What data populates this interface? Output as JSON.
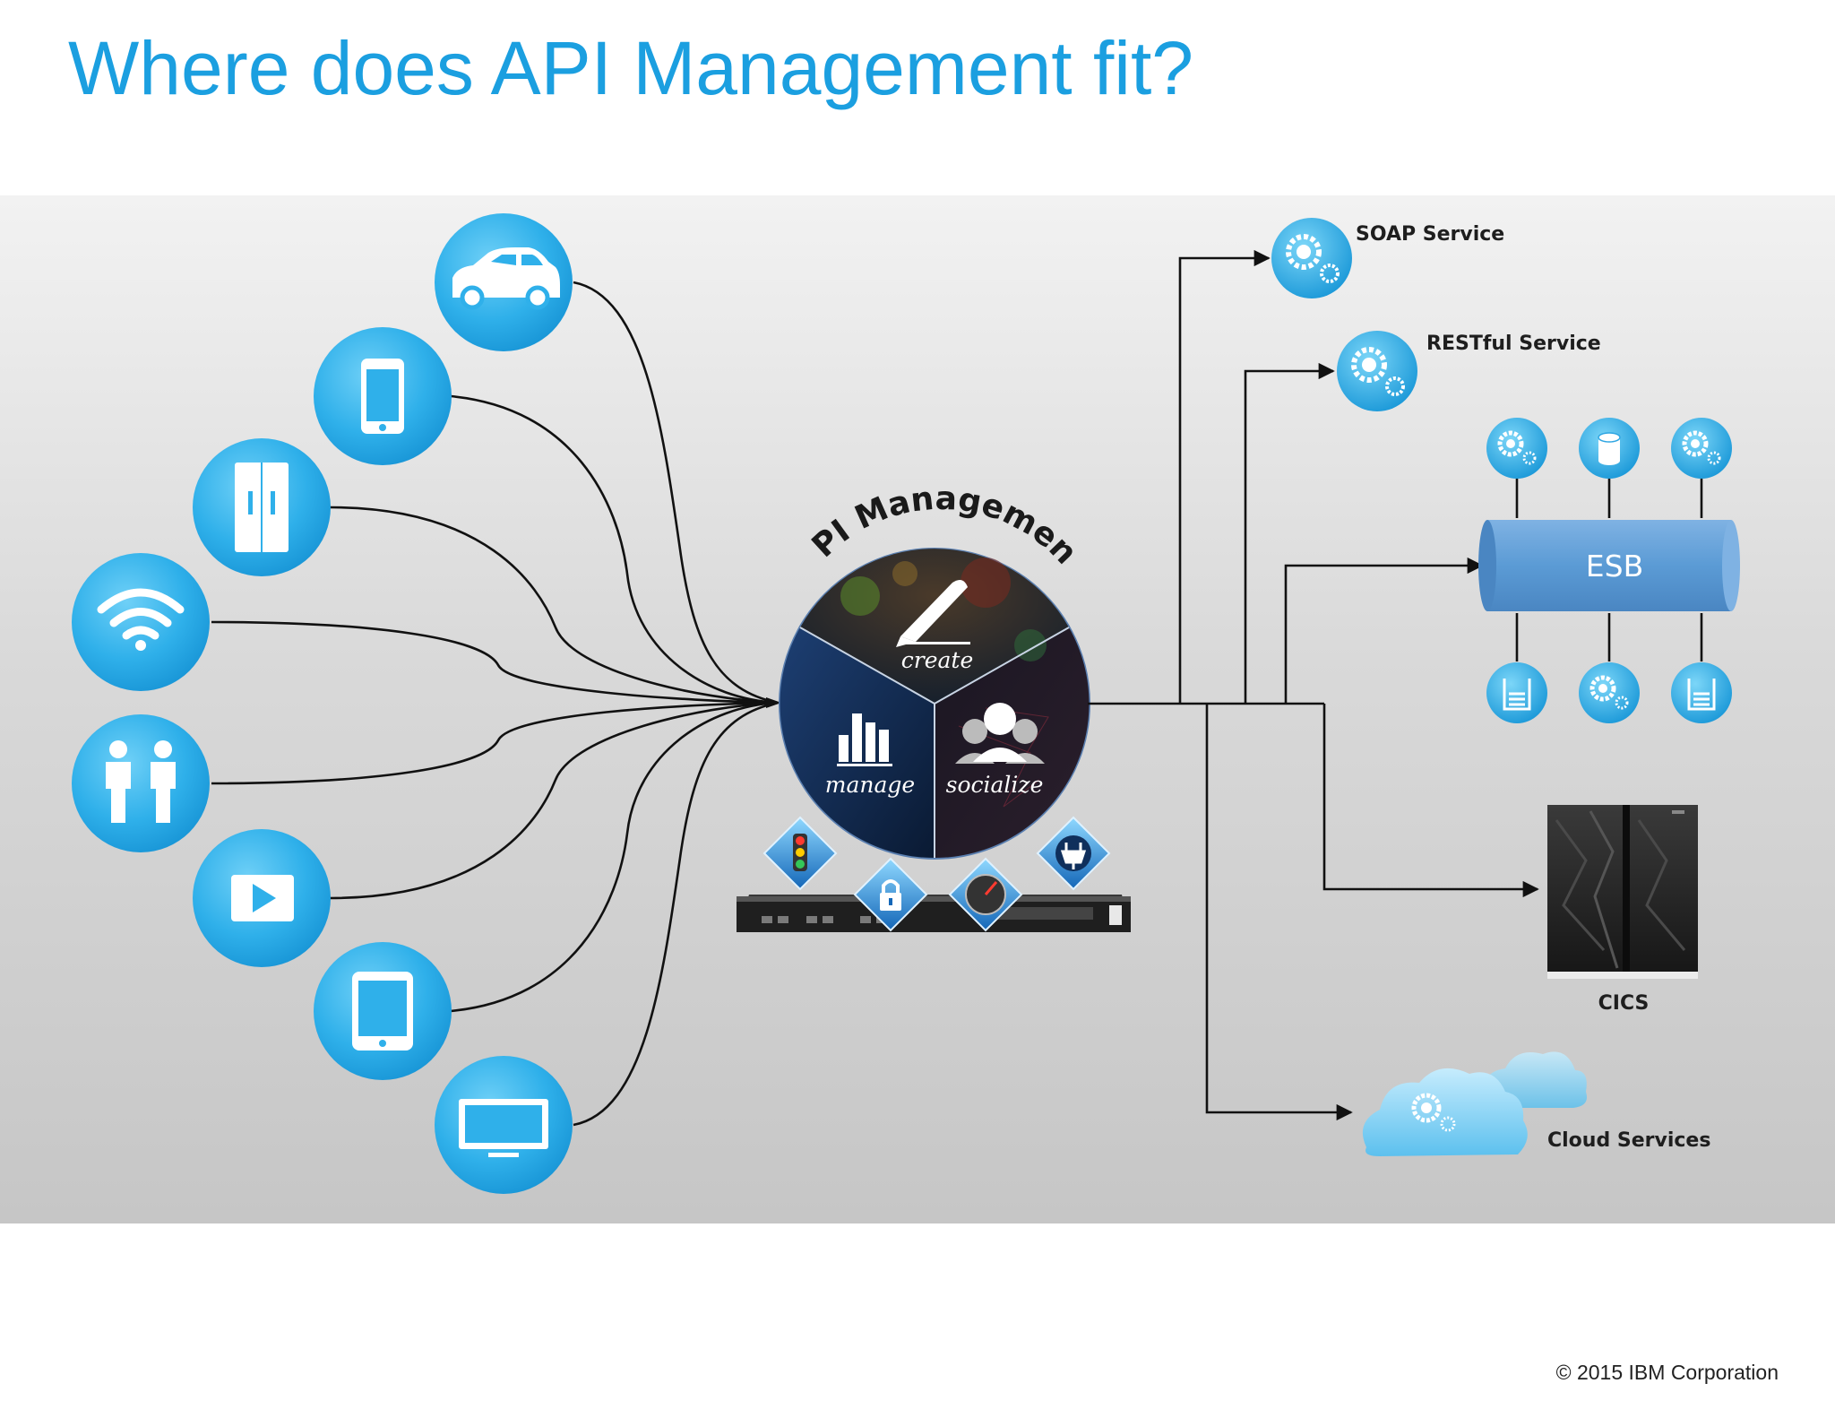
{
  "slide": {
    "title": "Where does API Management fit?",
    "copyright": "© 2015 IBM Corporation"
  },
  "hub": {
    "arc_label": "API Management",
    "segments": [
      "create",
      "manage",
      "socialize"
    ]
  },
  "devices": [
    {
      "icon": "car-icon"
    },
    {
      "icon": "smartphone-icon"
    },
    {
      "icon": "refrigerator-icon"
    },
    {
      "icon": "wifi-icon"
    },
    {
      "icon": "people-icon"
    },
    {
      "icon": "video-play-icon"
    },
    {
      "icon": "tablet-icon"
    },
    {
      "icon": "monitor-icon"
    }
  ],
  "backends": {
    "soap": "SOAP Service",
    "rest": "RESTful Service",
    "esb": "ESB",
    "cics": "CICS",
    "cloud": "Cloud Services"
  },
  "colors": {
    "title": "#1b9fe0",
    "device_circle": "#29aee8",
    "esb": "#5b9bd5",
    "connector": "#111111"
  }
}
